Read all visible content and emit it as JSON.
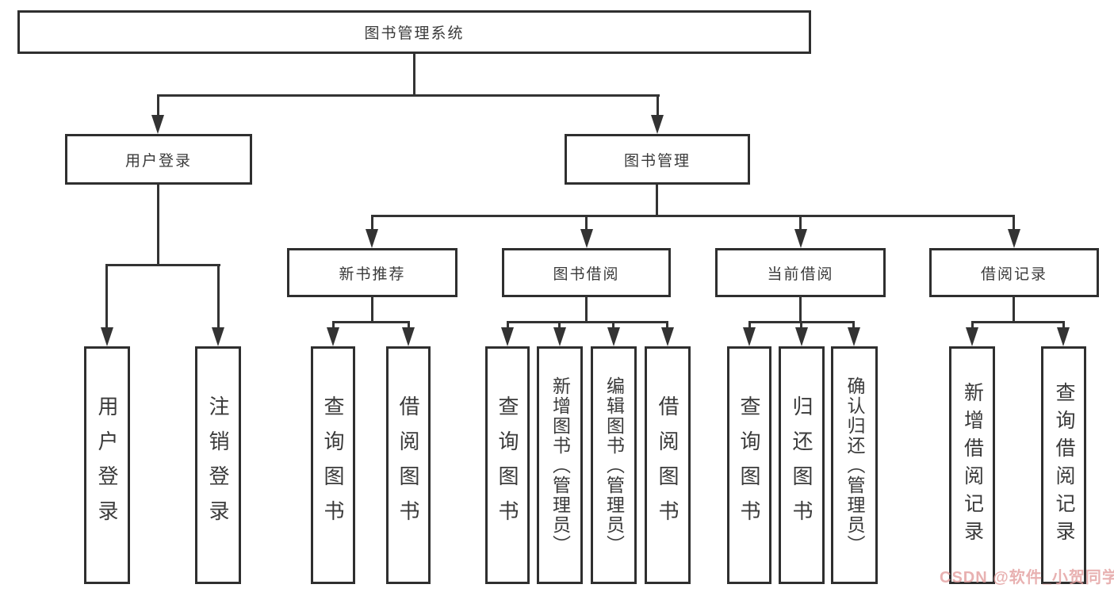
{
  "colors": {
    "background": "#ffffff",
    "line": "#333333",
    "border": "#2f2f2f",
    "text": "#3a3a3a",
    "watermark": "#e39e9e"
  },
  "watermark": {
    "text": "CSDN @软件_小贺同学"
  },
  "tree": {
    "root": {
      "label": "图书管理系统"
    },
    "branches": [
      {
        "label": "用户登录",
        "children": [
          {
            "label": "用户登录"
          },
          {
            "label": "注销登录"
          }
        ]
      },
      {
        "label": "图书管理",
        "children": [
          {
            "label": "新书推荐",
            "children": [
              {
                "label": "查询图书"
              },
              {
                "label": "借阅图书"
              }
            ]
          },
          {
            "label": "图书借阅",
            "children": [
              {
                "label": "查询图书"
              },
              {
                "label": "新增图书（管理员）"
              },
              {
                "label": "编辑图书（管理员）"
              },
              {
                "label": "借阅图书"
              }
            ]
          },
          {
            "label": "当前借阅",
            "children": [
              {
                "label": "查询图书"
              },
              {
                "label": "归还图书"
              },
              {
                "label": "确认归还（管理员）"
              }
            ]
          },
          {
            "label": "借阅记录",
            "children": [
              {
                "label": "新增借阅记录"
              },
              {
                "label": "查询借阅记录"
              }
            ]
          }
        ]
      }
    ]
  }
}
